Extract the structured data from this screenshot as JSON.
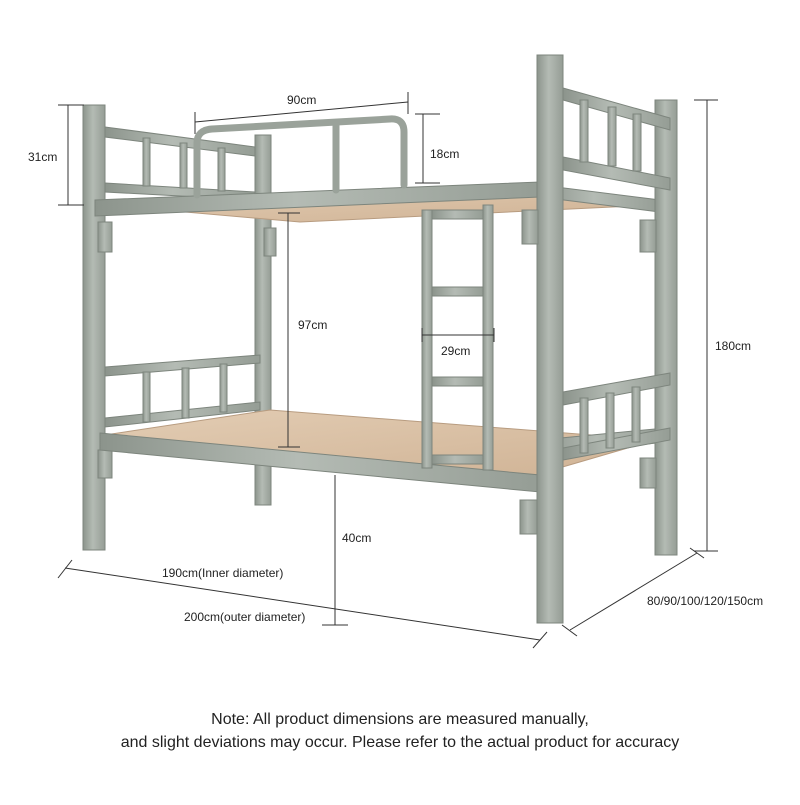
{
  "product": {
    "name": "steel bunk bed",
    "frame_color": "#a3aba3",
    "slat_color": "#d9bfa3",
    "dimension_line_color": "#333333"
  },
  "dimensions": {
    "headboard_height": "31cm",
    "guardrail_length": "90cm",
    "guardrail_height": "18cm",
    "bunk_gap": "97cm",
    "ladder_width": "29cm",
    "total_height": "180cm",
    "floor_clearance": "40cm",
    "inner_length": "190cm(Inner diameter)",
    "outer_length": "200cm(outer diameter)",
    "width_options": "80/90/100/120/150cm"
  },
  "note": {
    "line1": "Note: All product dimensions are measured manually,",
    "line2": "and slight deviations may occur. Please refer to the actual product for accuracy"
  }
}
